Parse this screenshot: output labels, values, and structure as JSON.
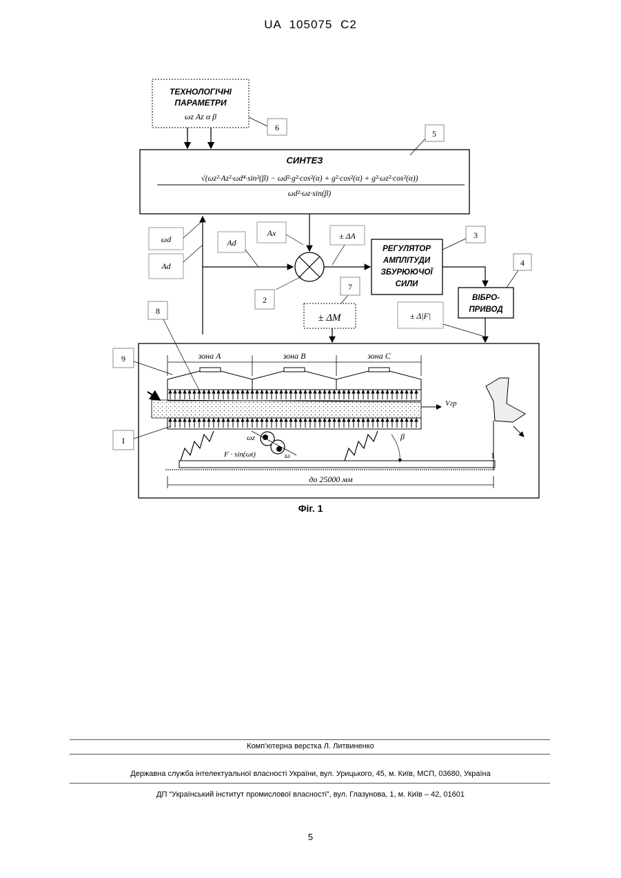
{
  "header": {
    "patent_number": "UA   105075   C2"
  },
  "figure": {
    "caption": "Фіг. 1",
    "block_tech_params": {
      "title_line1": "ТЕХНОЛОГІЧНІ",
      "title_line2": "ПАРАМЕТРИ",
      "symbols": "ωz   Az   α   β"
    },
    "block_synthesis": {
      "title": "СИНТЕЗ",
      "numerator": "√(ωz²·Az²·ωd⁴·sin²(β) − ωd²·g²·cos²(α) + g²·cos²(α) + g²·ωz²·cos²(α))",
      "denominator": "ωd²·ωz·sin(β)"
    },
    "block_regulator": {
      "line1": "РЕГУЛЯТОР",
      "line2": "АМПЛІТУДИ",
      "line3": "ЗБУРЮЮЧОЇ",
      "line4": "СИЛИ"
    },
    "block_vibrodrive": {
      "line1": "ВІБРО-",
      "line2": "ПРИВОД"
    },
    "signals": {
      "omega_d": "ωd",
      "A_d_left": "Ad",
      "A_d": "Ad",
      "A_x": "Ax",
      "delta_A": "± ΔA",
      "delta_M": "± ΔM",
      "delta_F": "± Δ|F|",
      "v_out": "Vгр",
      "beta": "β",
      "omega": "ω",
      "omega_z": "ωz",
      "force": "F · sin(ωt)"
    },
    "callouts": [
      "6",
      "5",
      "3",
      "4",
      "2",
      "7",
      "8",
      "9",
      "I",
      "1"
    ],
    "zones": [
      "зона A",
      "зона B",
      "зона C"
    ],
    "length": "до 25000 мм"
  },
  "footer": {
    "layout_credit": "Комп’ютерна верстка Л. Литвиненко",
    "office": "Державна служба інтелектуальної власності України, вул. Урицького, 45, м. Київ, МСП, 03680, Україна",
    "institute": "ДП “Український інститут промислової власності”, вул. Глазунова, 1, м. Київ – 42, 01601"
  },
  "page_number": "5"
}
